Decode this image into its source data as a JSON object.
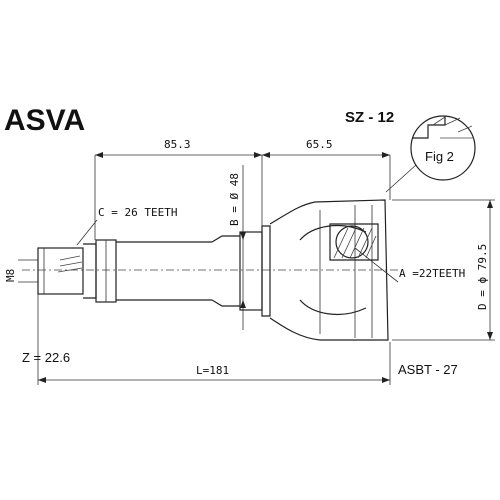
{
  "brand": "ASVA",
  "part_code": "SZ - 12",
  "dimensions": {
    "shaft_length": "85.3",
    "body_length": "65.5",
    "shaft_dia": "B = Ø 48",
    "spline_teeth": "C = 26 TEETH",
    "thread": "M8",
    "inner_teeth": "A =22TEETH",
    "outer_dia": "D = ϕ 79.5",
    "total_length": "L=181"
  },
  "z_teeth": "Z = 22.6",
  "fig_label": "Fig 2",
  "abs_ring": "ASBT - 27"
}
